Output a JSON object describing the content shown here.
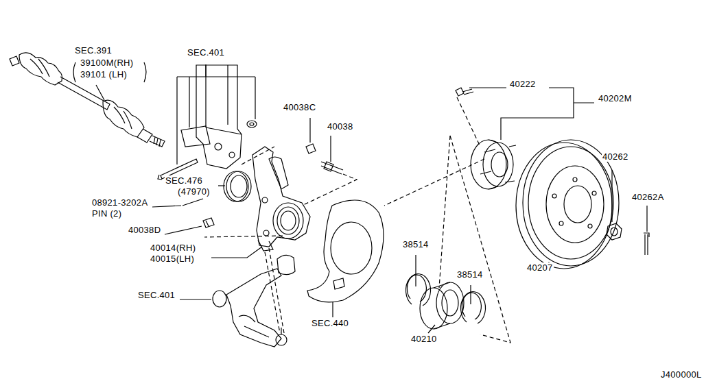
{
  "diagram": {
    "labels": [
      "SEC.391",
      "39100M(RH)",
      "39101  (LH)",
      "SEC.401",
      "SEC.476",
      "(47970)",
      "08921-3202A",
      "PIN (2)",
      "40038D",
      "40014(RH)",
      "40015(LH)",
      "SEC.401",
      "40038C",
      "40038",
      "SEC.440",
      "38514",
      "38514",
      "40210",
      "40222",
      "40202M",
      "40262",
      "40262A",
      "40207",
      "J400000L"
    ]
  }
}
